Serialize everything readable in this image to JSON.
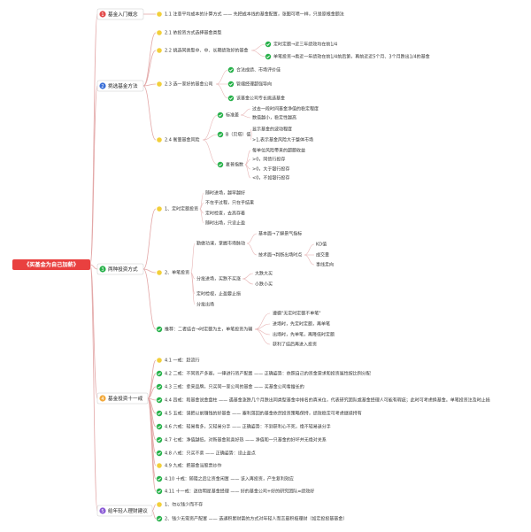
{
  "root": "《买基金为自己加薪》",
  "colors": {
    "root_fill": "#e9403f",
    "branch_line": "#e3a7a7",
    "check": "#27b14a",
    "node_dot": "#f2cf3a",
    "number_badge": "#e34b4b"
  },
  "branches": [
    {
      "num": "1",
      "label": "基金入门概念",
      "color": "#e34b4b",
      "children": [
        {
          "text": "1.1 注意平均成本的计算方式 —— 先把成本线的基金配置，张图可喷一样，只是原根金额法"
        }
      ]
    },
    {
      "num": "2",
      "label": "挑选基金方法",
      "color": "#3a6fd8",
      "children": [
        {
          "text": "2.1 依投资方式选择基金类型"
        },
        {
          "text": "2.2 挑选同类型中、中、长期绩效好的基金",
          "sub": [
            {
              "text": "定时定额→近三年绩效均在前1/4"
            },
            {
              "text": "单笔投资→看近一年绩效在前1/4前后第，再前近近5个月、3个月跌出1/4的基金"
            }
          ]
        },
        {
          "text": "2.3 选一家好的基金公司",
          "sub": [
            {
              "text": "合法成绩、市场评价佳"
            },
            {
              "text": "管缩经理超强导向"
            },
            {
              "text": "该基金公司专长挑选基金"
            }
          ]
        },
        {
          "text": "2.4 衡量基金风险",
          "sub": [
            {
              "text": "标准差",
              "sub": [
                {
                  "text": "过去一段时间基金净值的稳定程度"
                },
                {
                  "text": "数值越小，稳定性越高"
                }
              ]
            },
            {
              "text": "B（贝塔）值",
              "sub": [
                {
                  "text": "显示基金的波动程度"
                },
                {
                  "text": ">1,表示基金风险大于整体市场"
                }
              ]
            },
            {
              "text": "夏普指数",
              "sub": [
                {
                  "text": "每单位风险带来的超额收益"
                },
                {
                  "text": ">0，同债行投存"
                },
                {
                  "text": ">0，大于银行投存"
                },
                {
                  "text": "<0，不如银行投存"
                }
              ]
            }
          ]
        }
      ]
    },
    {
      "num": "3",
      "label": "两种投资方式",
      "color": "#27b14a",
      "children": [
        {
          "text": "1、定时定额投资",
          "sub": [
            {
              "text": "随时进场，越早越好"
            },
            {
              "text": "不在乎过程，只在乎结果"
            },
            {
              "text": "定时检查，去高存着"
            },
            {
              "text": "随时出场，只设止盈"
            }
          ]
        },
        {
          "text": "2、单笔投资",
          "sub": [
            {
              "text": "勤做功课，掌握市场脉动",
              "sub": [
                {
                  "text": "基本面→了解景气指标"
                },
                {
                  "text": "技术面→判断出场时点",
                  "sub": [
                    {
                      "text": "KD值"
                    },
                    {
                      "text": "成交量"
                    },
                    {
                      "text": "事线走向"
                    }
                  ]
                }
              ]
            },
            {
              "text": "分批进场，买跌不买涨",
              "sub": [
                {
                  "text": "大跌大买"
                },
                {
                  "text": "小跌小买"
                }
              ]
            },
            {
              "text": "定时检视，止盈要止损"
            },
            {
              "text": "分批出场"
            }
          ]
        },
        {
          "text": "推荐：二者结合→时定额为主，单笔投资为辅",
          "check": true,
          "sub": [
            {
              "text": "遵循\"无定时定额不单笔\""
            },
            {
              "text": "进场时，先定时定额，再单笔"
            },
            {
              "text": "出场时，先单笔，再降低时定额"
            },
            {
              "text": "获利了结后再进入投资"
            }
          ]
        }
      ]
    },
    {
      "num": "4",
      "label": "基金投资十一戒",
      "color": "#f2a93b",
      "children": [
        {
          "text": "4.1 一戒：赶流行"
        },
        {
          "text": "4.2 二戒：不同资产多寡，一律进行资产配置 —— 正确姿势：依照自己的资金需求和投资属性按比例分配",
          "check": true
        },
        {
          "text": "4.3 三戒：拿来品牌，只买同一家公司的基金 —— 买基金公司看擅长的",
          "check": true
        },
        {
          "text": "4.4 四戒：和基金说金盘柱 —— 遇基金涨跌几个月跌出同类型基金中排名的真米位，代表研究团队或基金经理人可能有瑕疵；此时可考虑换基金。单笔投资注及时止损",
          "check": true
        },
        {
          "text": "4.5 五戒：误把以前赚钱的好基金 —— 塞利落回的基金依然投资策略保持，绩效稳定可考虑继续持有",
          "check": true
        },
        {
          "text": "4.6 六戒：轻易看多，又轻易分手 —— 正确姿势：不到获利心不死，绝不轻易退分手",
          "check": true
        },
        {
          "text": "4.7 七戒：净值越低，对新基金就喜好热 —— 净值和一只基金的好坏并无绝对关系",
          "check": true
        },
        {
          "text": "4.8 八戒：只买不卖 —— 正确姿势：设止盈点",
          "check": true
        },
        {
          "text": "4.9 九戒：把基金当股票炒作"
        },
        {
          "text": "4.10 十戒：随阻之后让资金闲置 —— 该入再投资，产生复利效应",
          "check": true
        },
        {
          "text": "4.11 十一戒：迷信明星基金经理 —— 好的基金公司+好的研究团队=绩效好",
          "check": true
        }
      ]
    },
    {
      "num": "5",
      "label": "给年轻人理财建议",
      "color": "#8a5ad6",
      "children": [
        {
          "text": "1、勿以钱少而不存"
        },
        {
          "text": "2、钱少无需资产配置 —— 选通积累财富的方式对年轻人而言最积极理财（如定投投基基金）",
          "check": true
        }
      ]
    }
  ]
}
